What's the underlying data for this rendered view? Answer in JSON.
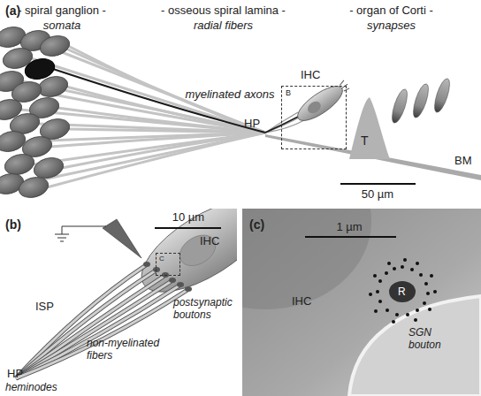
{
  "diagram": {
    "nodes": [
      {
        "text": [
          "B"
        ]
      },
      {
        "text": [
          "T"
        ]
      },
      {
        "text": [
          "C"
        ]
      },
      {
        "text": [
          "R"
        ]
      }
    ],
    "labels": [
      "(a)",
      "- spiral ganglion -",
      "somata",
      "- osseous spiral lamina -",
      "radial fibers",
      "- organ of Corti -",
      "synapses",
      "myelinated axons",
      "IHC",
      "HP",
      "BM",
      "50 µm",
      "(b)",
      "10 µm",
      "IHC",
      "ISP",
      "postsynaptic boutons",
      "non-myelinated fibers",
      "HP",
      "heminodes",
      "(c)",
      "1 µm",
      "IHC",
      "SGN bouton"
    ]
  }
}
